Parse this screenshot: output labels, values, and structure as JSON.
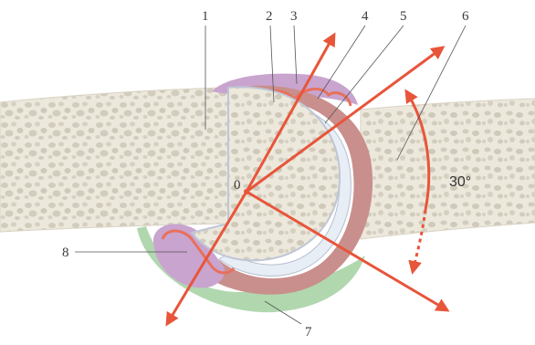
{
  "figure": {
    "callouts": [
      {
        "id": "c1",
        "text": "1"
      },
      {
        "id": "c2",
        "text": "2"
      },
      {
        "id": "c3",
        "text": "3"
      },
      {
        "id": "c4",
        "text": "4"
      },
      {
        "id": "c5",
        "text": "5"
      },
      {
        "id": "c6",
        "text": "6"
      },
      {
        "id": "c7",
        "text": "7"
      },
      {
        "id": "c8",
        "text": "8"
      }
    ],
    "center_label": "0",
    "angle_label": "30°"
  },
  "colors": {
    "bone": "#ece8dc",
    "bone_edge": "#d9d3c3",
    "pore": "#cfc9bb",
    "cartilage": "#e8eef6",
    "capsule_pink": "#c98f8c",
    "synovial_red": "#e8705a",
    "bursa_purple": "#c9a4cf",
    "green_pad": "#a9d3a6",
    "arrow_red": "#e8553a",
    "leader": "#555555"
  }
}
